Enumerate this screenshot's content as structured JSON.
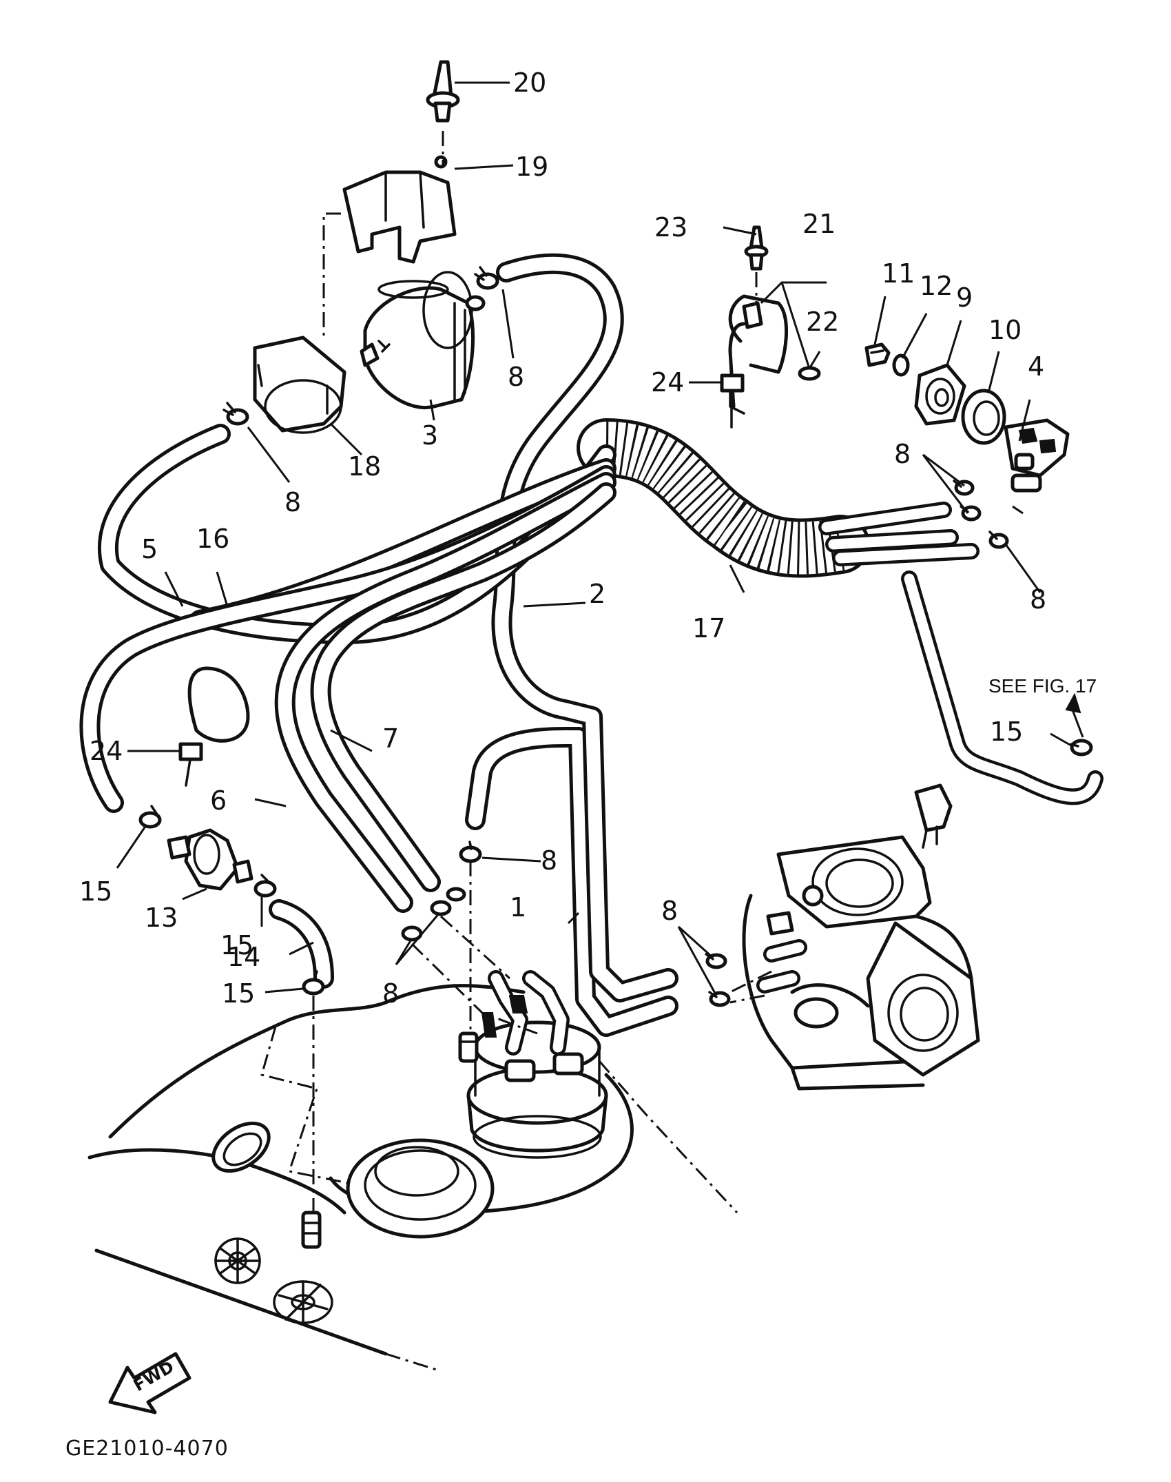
{
  "callouts": {
    "c1": "1",
    "c2": "2",
    "c3": "3",
    "c4": "4",
    "c5": "5",
    "c6": "6",
    "c7": "7",
    "c8": "8",
    "c9": "9",
    "c10": "10",
    "c11": "11",
    "c12": "12",
    "c13": "13",
    "c14": "14",
    "c15": "15",
    "c16": "16",
    "c17": "17",
    "c18": "18",
    "c19": "19",
    "c20": "20",
    "c21": "21",
    "c22": "22",
    "c23": "23",
    "c24": "24"
  },
  "note_see_fig": "SEE FIG. 17",
  "fwd_label": "FWD",
  "drawing_code": "GE21010-4070"
}
